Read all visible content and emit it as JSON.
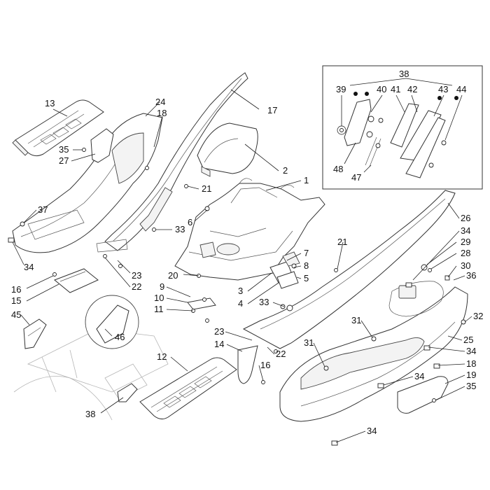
{
  "callouts": {
    "c1": "1",
    "c2": "2",
    "c3": "3",
    "c4": "4",
    "c5": "5",
    "c6": "6",
    "c7": "7",
    "c8": "8",
    "c9": "9",
    "c10": "10",
    "c11": "11",
    "c12": "12",
    "c13": "13",
    "c14": "14",
    "c15": "15",
    "c16a": "16",
    "c16b": "16",
    "c17": "17",
    "c18a": "18",
    "c18b": "18",
    "c19": "19",
    "c20": "20",
    "c21a": "21",
    "c21b": "21",
    "c22a": "22",
    "c22b": "22",
    "c23a": "23",
    "c23b": "23",
    "c24": "24",
    "c25": "25",
    "c26": "26",
    "c27": "27",
    "c28": "28",
    "c29": "29",
    "c30": "30",
    "c31a": "31",
    "c31b": "31",
    "c32": "32",
    "c33a": "33",
    "c33b": "33",
    "c34a": "34",
    "c34b": "34",
    "c34c": "34",
    "c34d": "34",
    "c34e": "34",
    "c35a": "35",
    "c35b": "35",
    "c36": "36",
    "c37": "37",
    "c38a": "38",
    "c38b": "38",
    "c39": "39",
    "c40": "40",
    "c41": "41",
    "c42": "42",
    "c43": "43",
    "c44": "44",
    "c45": "45",
    "c46": "46",
    "c47": "47",
    "c48": "48"
  }
}
